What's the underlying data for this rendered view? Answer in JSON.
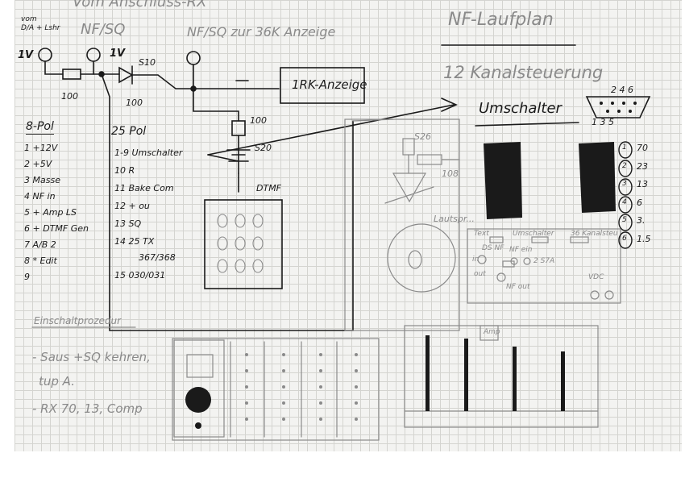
{
  "sketch": {
    "header_top": "Vom Anschluss-RX",
    "from_rx_left": "vom",
    "from_rx_left2": "D/A + Lshr",
    "nf_sq_label": "NF/SQ",
    "nf_sq_to": "NF/SQ zur 36K Anzeige",
    "title": "NF-Laufplan",
    "subtitle": "12 Kanalsteuerung",
    "umschalter": "Umschalter",
    "v1_a": "1V",
    "v1_b": "1V",
    "s10": "S10",
    "r100_a": "100",
    "r100_b": "100",
    "r100_c": "100",
    "rk_box": "1RK-Anzeige",
    "dtmf": "DTMF",
    "s20": "S20",
    "s26": "S26",
    "r108": "108",
    "lautsprecher": "Lautspr...",
    "db9_pins_top": "2 4 6",
    "db9_pins_bottom": "1 3 5",
    "eight_pin_title": "8-Pol",
    "eight_pin": [
      "1 +12V",
      "2 +5V",
      "3 Masse",
      "4 NF in",
      "5 + Amp LS",
      "6 + DTMF Gen",
      "7 A/B 2",
      "8 * Edit",
      "9"
    ],
    "twentyfive_title": "25 Pol",
    "twentyfive": [
      "1-9 Umschalter",
      "10 R",
      "11 Bake Com",
      "12 + ou",
      "13 SQ",
      "14 25 TX",
      "367/368",
      "15 030/031"
    ],
    "channels": [
      "70",
      "23",
      "13",
      "6",
      "3.",
      "1.5"
    ],
    "channel_numbers": [
      "1",
      "2",
      "3",
      "4",
      "5",
      "6"
    ],
    "panel": {
      "text": "Text",
      "umschalter": "Umschalter",
      "kanalsteuer": "36 Kanalsteu",
      "ds_nf": "DS NF",
      "nf_ein": "NF ein",
      "in": "in",
      "out": "out",
      "s27a": "2 S7A",
      "nf_out": "NF out",
      "vdc": "VDC"
    },
    "bottom_title": "Einschaltprozedur",
    "bottom_lines": [
      "- Saus +SQ kehren,",
      "  tup A.",
      "- RX 70, 13, Comp"
    ],
    "amp": "Amp"
  },
  "colors": {
    "ink": "#1a1a1a",
    "pencil": "#8a8a8a",
    "paper": "#f3f3f1",
    "grid": "#d4d4d0"
  }
}
